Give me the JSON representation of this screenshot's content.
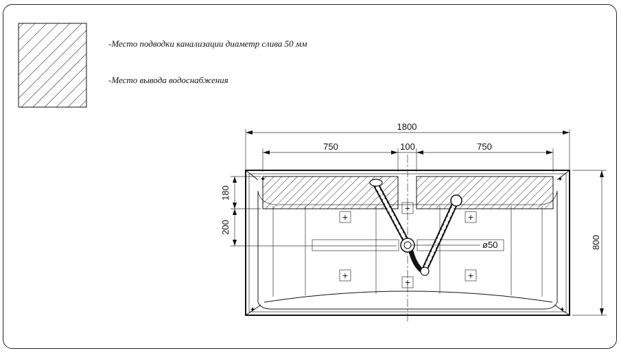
{
  "legend": {
    "drain_text": "-Место подводки канализации диаметр слива 50 мм",
    "water_text": "-Место вывода водоснабжения"
  },
  "dimensions": {
    "overall_width": "1800",
    "left_section": "750",
    "center_section": "100",
    "right_section": "750",
    "top_offset": "180",
    "drain_offset": "200",
    "overall_height": "800",
    "drain_diameter": "ø50"
  }
}
